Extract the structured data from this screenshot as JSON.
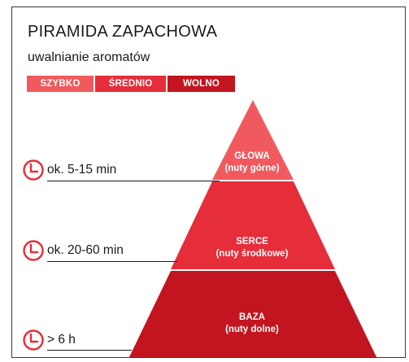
{
  "title": "PIRAMIDA ZAPACHOWA",
  "subtitle": "uwalnianie aromatów",
  "legend": {
    "fast": "SZYBKO",
    "medium": "ŚREDNIO",
    "slow": "WOLNO"
  },
  "layers": {
    "top": {
      "name": "GŁOWA",
      "note": "(nuty górne)"
    },
    "heart": {
      "name": "SERCE",
      "note": "(nuty środkowe)"
    },
    "base": {
      "name": "BAZA",
      "note": "(nuty dolne)"
    }
  },
  "times": {
    "top": "ok. 5-15 min",
    "heart": "ok. 20-60 min",
    "base": "> 6 h"
  },
  "colors": {
    "top": "#f05a5e",
    "heart": "#e62d3a",
    "base": "#c3151f",
    "icon": "#e62d3a"
  },
  "icons": {
    "time": "clock-icon"
  }
}
